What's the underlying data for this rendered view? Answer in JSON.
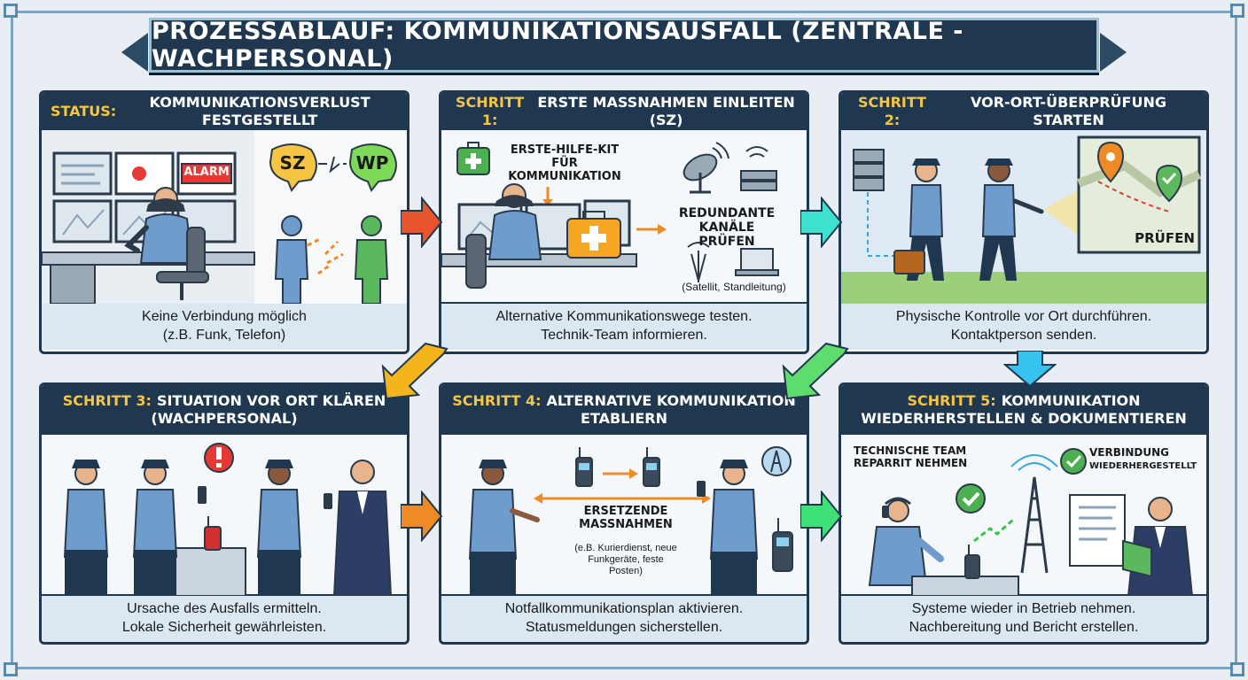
{
  "title": "PROZESSABLAUF: KOMMUNIKATIONSAUSFALL (ZENTRALE - WACHPERSONAL)",
  "colors": {
    "navy": "#1f3850",
    "accent_yellow": "#f6c544",
    "caption_bg": "#dbe8f2",
    "arrow_red": "#e8542e",
    "arrow_cyan": "#3ee0d0",
    "arrow_yellow": "#f3b51b",
    "arrow_green": "#5fdc6e",
    "arrow_blue": "#37c3f0",
    "arrow_orange": "#f08a24"
  },
  "panels": [
    {
      "id": "status",
      "header_highlight": "STATUS:",
      "header_text": "KOMMUNIKATIONSVERLUST FESTGESTELLT",
      "labels": {
        "alarm": "ALARM",
        "sz": "SZ",
        "wp": "WP"
      },
      "caption_lines": [
        "Keine Verbindung möglich",
        "(z.B. Funk, Telefon)"
      ]
    },
    {
      "id": "schritt1",
      "header_highlight": "SCHRITT 1:",
      "header_text": "ERSTE MASSNAHMEN EINLEITEN (SZ)",
      "labels": {
        "kit": "ERSTE-HILFE-KIT FÜR KOMMUNIKATION",
        "redundant": "REDUNDANTE KANÄLE PRÜFEN",
        "channels": "(Satellit, Standleitung)"
      },
      "caption_lines": [
        "Alternative Kommunikationswege testen.",
        "Technik-Team informieren."
      ]
    },
    {
      "id": "schritt2",
      "header_highlight": "SCHRITT 2:",
      "header_text": "VOR-ORT-ÜBERPRÜFUNG STARTEN",
      "labels": {
        "pruefen": "PRÜFEN"
      },
      "caption_lines": [
        "Physische Kontrolle vor Ort durchführen.",
        "Kontaktperson senden."
      ]
    },
    {
      "id": "schritt3",
      "header_highlight": "SCHRITT 3:",
      "header_text_lines": [
        "SITUATION VOR ORT KLÄREN",
        "(WACHPERSONAL)"
      ],
      "caption_lines": [
        "Ursache des Ausfalls ermitteln.",
        "Lokale Sicherheit gewährleisten."
      ]
    },
    {
      "id": "schritt4",
      "header_highlight": "SCHRITT 4:",
      "header_text_lines": [
        "ALTERNATIVE KOMMUNIKATION",
        "ETABLIERN"
      ],
      "labels": {
        "ersetzende": "ERSETZENDE MASSNAHMEN",
        "examples": "(e.B. Kurierdienst, neue Funkgeräte, feste Posten)"
      },
      "caption_lines": [
        "Notfallkommunikationsplan aktivieren.",
        "Statusmeldungen sicherstellen."
      ]
    },
    {
      "id": "schritt5",
      "header_highlight": "SCHRITT 5:",
      "header_text_lines": [
        "KOMMUNIKATION",
        "WIEDERHERSTELLEN & DOKUMENTIEREN"
      ],
      "labels": {
        "team": "TECHNISCHE TEAM REPARRIT NEHMEN",
        "verbindung": "VERBINDUNG",
        "wiederhergestellt": "WIEDERHERGESTELLT"
      },
      "caption_lines": [
        "Systeme wieder in Betrieb nehmen.",
        "Nachbereitung und Bericht erstellen."
      ]
    }
  ]
}
